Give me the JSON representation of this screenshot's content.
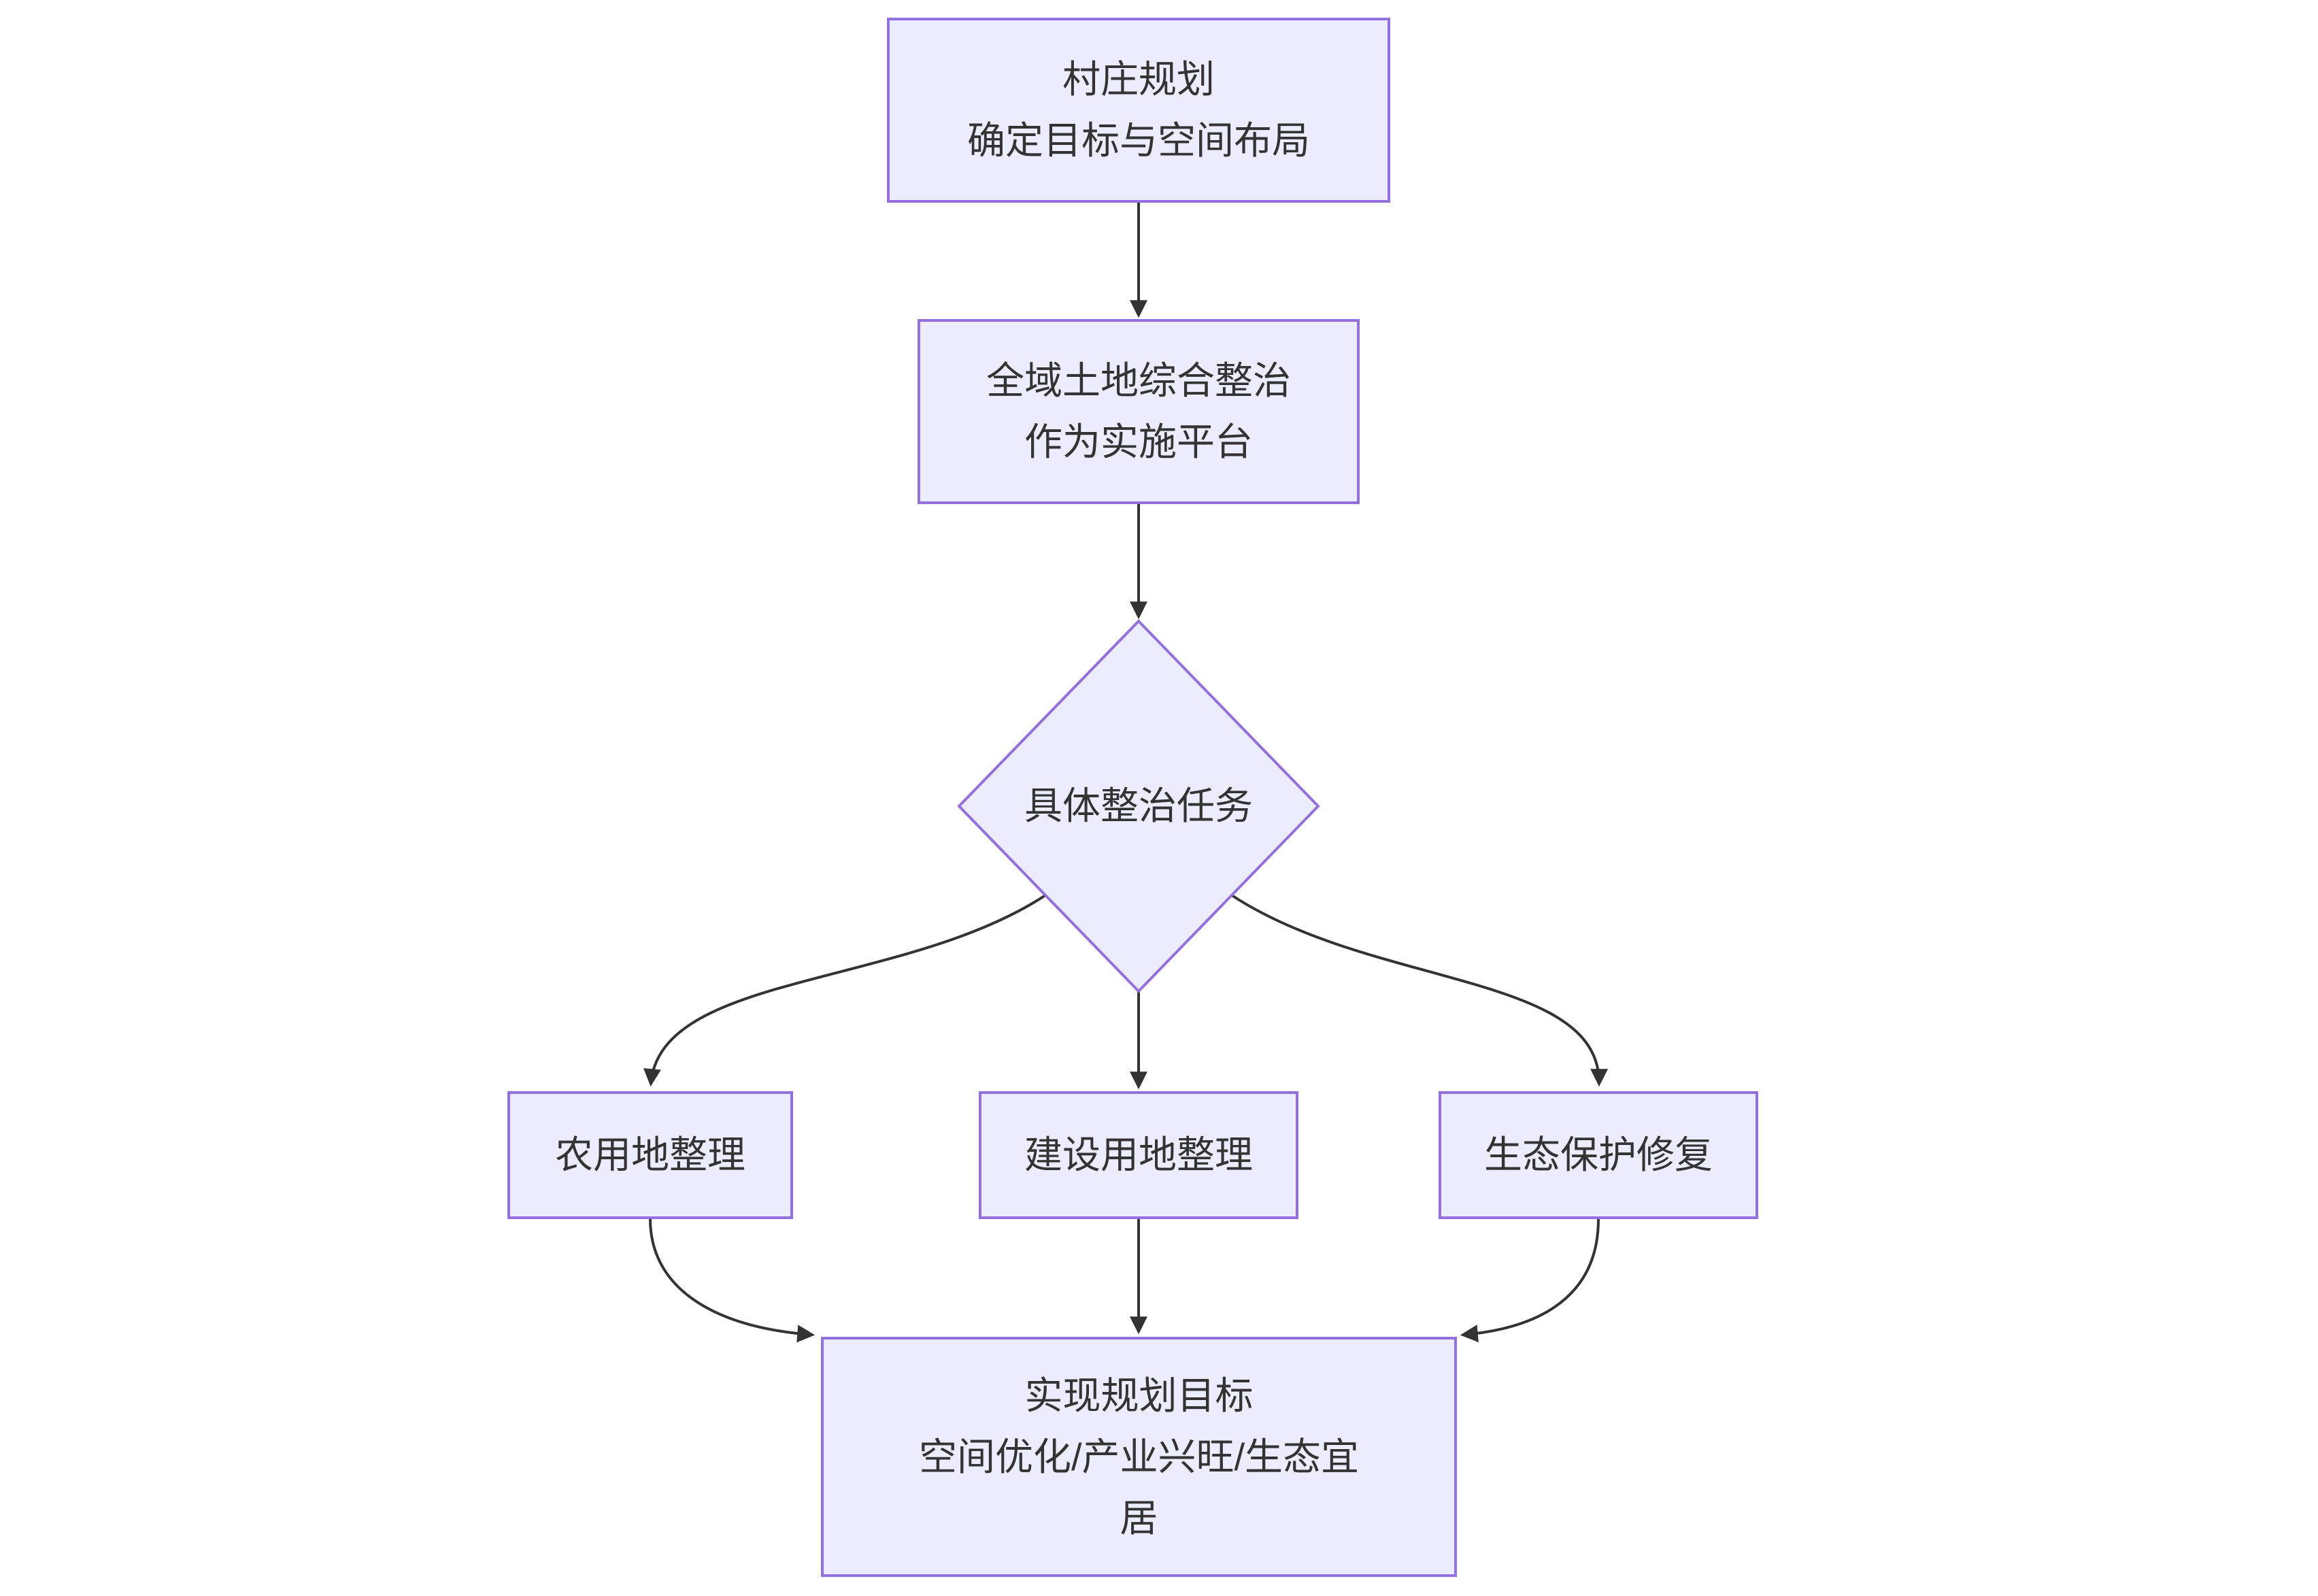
{
  "diagram": {
    "type": "flowchart",
    "direction": "top-down",
    "colors": {
      "background": "#ffffff",
      "node_fill": "#ECECFF",
      "node_border": "#9370DB",
      "text": "#333333",
      "edge": "#333333"
    },
    "nodes": {
      "village_planning": {
        "shape": "rectangle",
        "lines": [
          "村庄规划",
          "确定目标与空间布局"
        ]
      },
      "land_consolidation": {
        "shape": "rectangle",
        "lines": [
          "全域土地综合整治",
          "作为实施平台"
        ]
      },
      "tasks": {
        "shape": "diamond",
        "lines": [
          "具体整治任务"
        ]
      },
      "farmland": {
        "shape": "rectangle",
        "lines": [
          "农用地整理"
        ]
      },
      "construction": {
        "shape": "rectangle",
        "lines": [
          "建设用地整理"
        ]
      },
      "ecology": {
        "shape": "rectangle",
        "lines": [
          "生态保护修复"
        ]
      },
      "goal": {
        "shape": "rectangle",
        "lines": [
          "实现规划目标",
          "空间优化/产业兴旺/生态宜",
          "居"
        ]
      }
    },
    "edges": [
      {
        "from": "village_planning",
        "to": "land_consolidation"
      },
      {
        "from": "land_consolidation",
        "to": "tasks"
      },
      {
        "from": "tasks",
        "to": "farmland"
      },
      {
        "from": "tasks",
        "to": "construction"
      },
      {
        "from": "tasks",
        "to": "ecology"
      },
      {
        "from": "farmland",
        "to": "goal"
      },
      {
        "from": "construction",
        "to": "goal"
      },
      {
        "from": "ecology",
        "to": "goal"
      }
    ]
  }
}
